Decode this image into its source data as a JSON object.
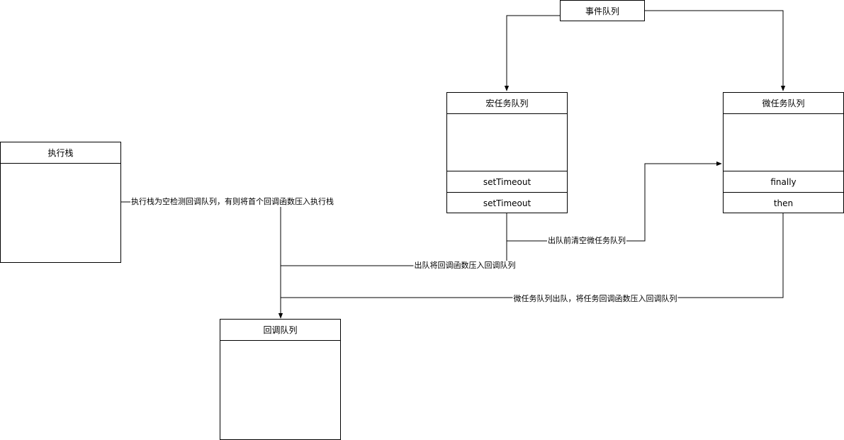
{
  "nodes": {
    "event_queue": "事件队列",
    "exec_stack": "执行栈",
    "macro_queue": {
      "title": "宏任务队列",
      "items": [
        "setTimeout",
        "setTimeout"
      ]
    },
    "micro_queue": {
      "title": "微任务队列",
      "items": [
        "finally",
        "then"
      ]
    },
    "callback_queue": "回调队列"
  },
  "edges": {
    "stack_to_callback": "执行栈为空检测回调队列，有则将首个回调函数压入执行栈",
    "macro_to_micro": "出队前清空微任务队列",
    "macro_to_callback": "出队将回调函数压入回调队列",
    "micro_to_callback": "微任务队列出队，将任务回调函数压入回调队列"
  }
}
